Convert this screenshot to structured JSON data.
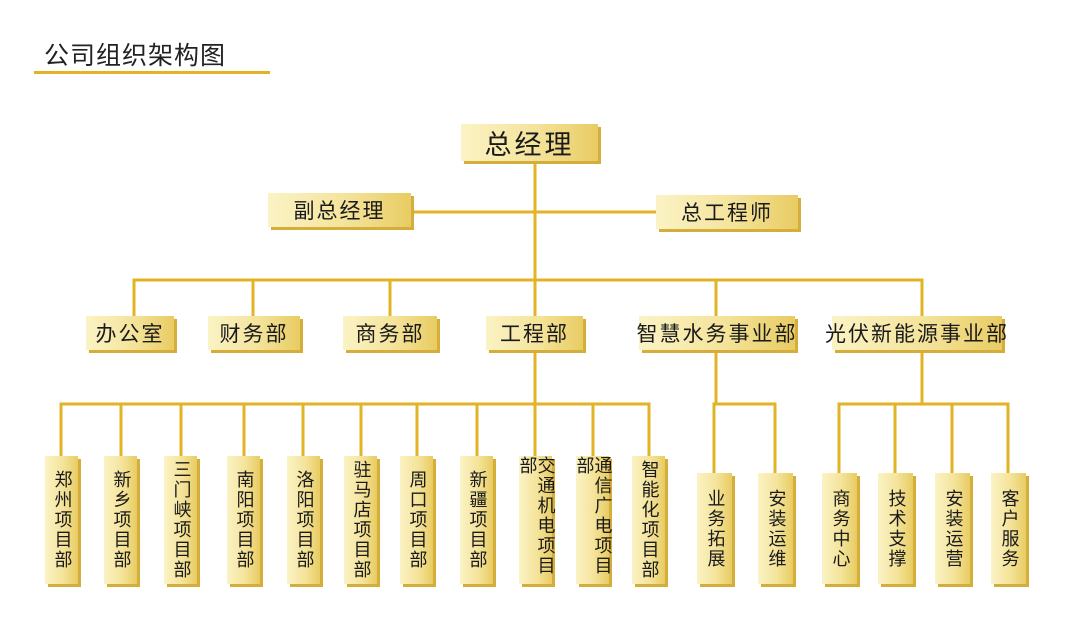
{
  "title": "公司组织架构图",
  "colors": {
    "line": "#e2b324",
    "box_light": "#fbf3c5",
    "box_dark": "#e8cc63"
  },
  "top": {
    "gm": "总经理",
    "deputy_gm": "副总经理",
    "chief_engineer": "总工程师"
  },
  "departments": [
    "办公室",
    "财务部",
    "商务部",
    "工程部",
    "智慧水务事业部",
    "光伏新能源事业部"
  ],
  "engineering_projects": [
    "郑州项目部",
    "新乡项目部",
    "三门峡项目部",
    "南阳项目部",
    "洛阳项目部",
    "驻马店项目部",
    "周口项目部",
    "新疆项目部",
    "交通机电项目部",
    "通信广电项目部",
    "智能化项目部"
  ],
  "water_units": [
    "业务拓展",
    "安装运维"
  ],
  "solar_units": [
    "商务中心",
    "技术支撑",
    "安装运营",
    "客户服务"
  ]
}
